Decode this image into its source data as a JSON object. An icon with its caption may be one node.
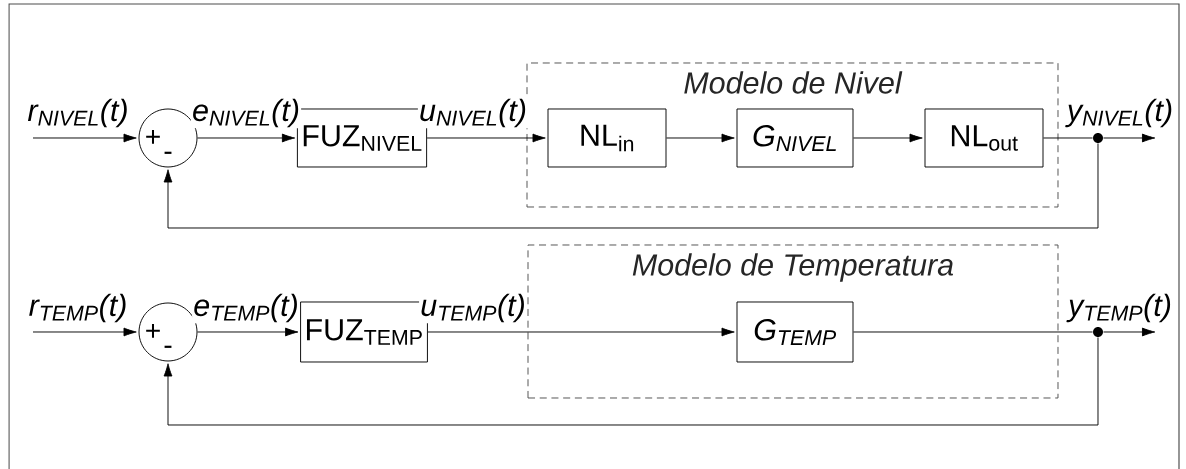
{
  "diagram": {
    "nodes": [
      {
        "text": [
          "Modelo de Nivel"
        ]
      },
      {
        "text": [
          "Modelo de Temperatura"
        ]
      },
      {
        "text": [
          "+",
          "-"
        ]
      },
      {
        "text": [
          "FUZ$_{NIVEL}$"
        ]
      },
      {
        "text": [
          "NL$_{in}$"
        ],
        "in": 0
      },
      {
        "text": [
          "G$_{NIVEL}$"
        ],
        "in": 0
      },
      {
        "text": [
          "NL$_{out}$"
        ],
        "in": 0
      },
      {
        "text": [],
        "shape": "circle"
      },
      {
        "text": [
          "+",
          "-"
        ]
      },
      {
        "text": [
          "FUZ$_{TEMP}$"
        ]
      },
      {
        "text": [
          "G$_{TEMP}$"
        ],
        "in": 1
      },
      {
        "text": [],
        "shape": "circle"
      }
    ],
    "edges": [
      {
        "from": null,
        "to": 2,
        "arrow": "to",
        "label": "r$_{NIVEL}$(t)"
      },
      {
        "from": 2,
        "to": 3,
        "arrow": "to",
        "label": "e$_{NIVEL}$(t)"
      },
      {
        "from": 3,
        "to": 4,
        "arrow": "to",
        "label": "u$_{NIVEL}$(t)"
      },
      {
        "from": 4,
        "to": 5,
        "arrow": "to"
      },
      {
        "from": 5,
        "to": 6,
        "arrow": "to"
      },
      {
        "from": 6,
        "to": 7,
        "arrow": "none"
      },
      {
        "from": 7,
        "to": null,
        "arrow": "to",
        "label": "y$_{NIVEL}$(t)"
      },
      {
        "from": 7,
        "to": 2,
        "arrow": "to"
      },
      {
        "from": null,
        "to": 8,
        "arrow": "to",
        "label": "r$_{TEMP}$(t)"
      },
      {
        "from": 8,
        "to": 9,
        "arrow": "to",
        "label": "e$_{TEMP}$(t)"
      },
      {
        "from": 9,
        "to": 10,
        "arrow": "to",
        "label": "u$_{TEMP}$(t)"
      },
      {
        "from": 10,
        "to": 11,
        "arrow": "none"
      },
      {
        "from": 11,
        "to": null,
        "arrow": "to",
        "label": "y$_{TEMP}$(t)"
      },
      {
        "from": 11,
        "to": 8,
        "arrow": "to"
      }
    ]
  }
}
